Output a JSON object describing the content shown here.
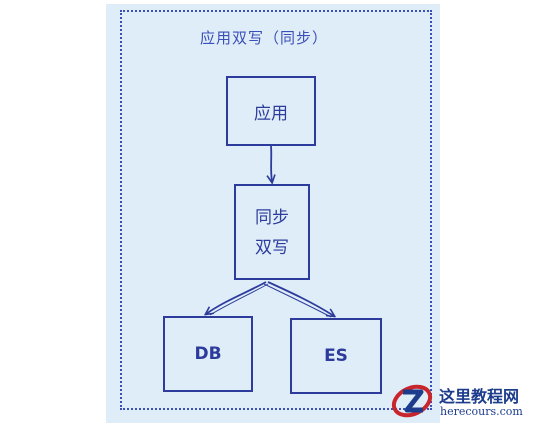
{
  "diagram": {
    "title": "应用双写（同步）",
    "nodes": {
      "app": "应用",
      "sync_line1": "同步",
      "sync_line2": "双写",
      "db": "DB",
      "es": "ES"
    },
    "edges": [
      {
        "from": "应用",
        "to": "同步双写"
      },
      {
        "from": "同步双写",
        "to": "DB"
      },
      {
        "from": "同步双写",
        "to": "ES"
      }
    ]
  },
  "watermark": {
    "name": "这里教程网",
    "url": "herecours.com"
  },
  "colors": {
    "background": "#dfedf8",
    "stroke": "#2d3c9c",
    "frame": "#3b4fb8",
    "logo_red": "#c8262c",
    "logo_blue": "#1c3c8c"
  }
}
